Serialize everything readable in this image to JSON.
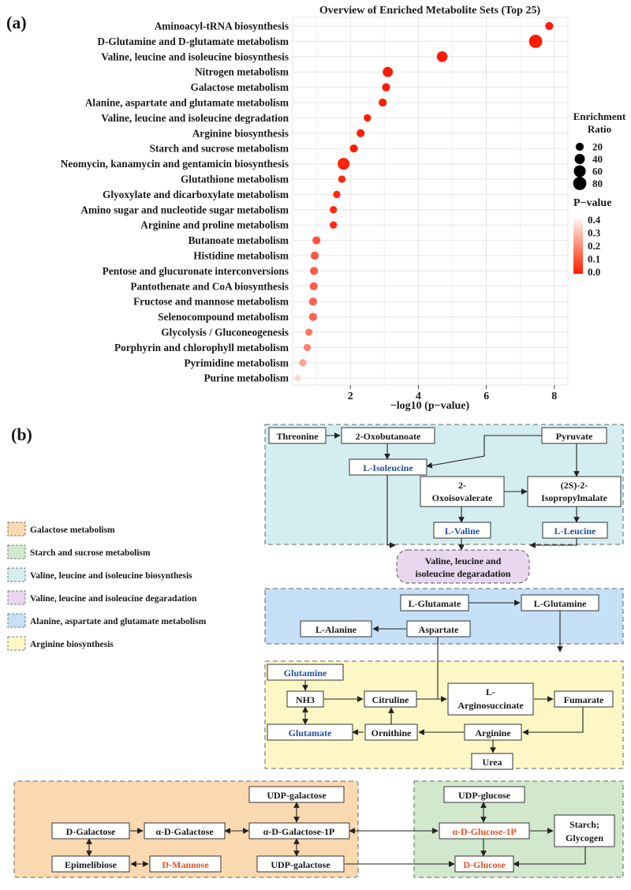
{
  "panel_a_label": "(a)",
  "panel_b_label": "(b)",
  "chart_data": {
    "type": "scatter",
    "title": "Overview of Enriched Metabolite Sets (Top 25)",
    "xlabel": "−log10 (p−value)",
    "ylabel": "",
    "xlim": [
      0.3,
      8.4
    ],
    "xticks": [
      "2",
      "4",
      "6",
      "8"
    ],
    "grid": true,
    "categories": [
      "Aminoacyl-tRNA biosynthesis",
      "D-Glutamine and D-glutamate metabolism",
      "Valine, leucine and isoleucine biosynthesis",
      "Nitrogen metabolism",
      "Galactose metabolism",
      "Alanine, aspartate and glutamate metabolism",
      "Valine, leucine and isoleucine degradation",
      "Arginine biosynthesis",
      "Starch and sucrose metabolism",
      "Neomycin, kanamycin and gentamicin biosynthesis",
      "Glutathione metabolism",
      "Glyoxylate and dicarboxylate metabolism",
      "Amino sugar and nucleotide sugar metabolism",
      "Arginine and proline metabolism",
      "Butanoate metabolism",
      "Histidine metabolism",
      "Pentose and glucuronate interconversions",
      "Pantothenate and CoA biosynthesis",
      "Fructose and mannose metabolism",
      "Selenocompound metabolism",
      "Glycolysis / Gluconeogenesis",
      "Porphyrin and chlorophyll metabolism",
      "Pyrimidine metabolism",
      "Purine metabolism"
    ],
    "neg_log10_p": [
      7.85,
      7.45,
      4.7,
      3.1,
      3.05,
      2.95,
      2.5,
      2.3,
      2.1,
      1.8,
      1.75,
      1.6,
      1.5,
      1.5,
      1.0,
      0.95,
      0.93,
      0.92,
      0.9,
      0.9,
      0.78,
      0.73,
      0.6,
      0.45
    ],
    "p_value": [
      0.0,
      0.0,
      0.0,
      0.001,
      0.001,
      0.001,
      0.003,
      0.005,
      0.008,
      0.016,
      0.018,
      0.025,
      0.03,
      0.03,
      0.1,
      0.11,
      0.12,
      0.12,
      0.13,
      0.13,
      0.17,
      0.19,
      0.25,
      0.35
    ],
    "enrichment_ratio": [
      20,
      80,
      45,
      40,
      20,
      20,
      15,
      20,
      20,
      60,
      15,
      15,
      15,
      15,
      20,
      20,
      20,
      20,
      20,
      20,
      15,
      15,
      15,
      10
    ],
    "size_legend": {
      "title_line1": "Enrichment",
      "title_line2": "Ratio",
      "values": [
        "20",
        "40",
        "60",
        "80"
      ]
    },
    "color_legend": {
      "title": "P−value",
      "ticks": [
        "0.4",
        "0.3",
        "0.2",
        "0.1",
        "0.0"
      ],
      "low_color": "#ff1a00",
      "high_color": "#fff6f2"
    }
  },
  "pathway": {
    "legend": [
      {
        "label": "Galactose metabolism",
        "color": "#fbd9b0"
      },
      {
        "label": "Starch and sucrose metabolism",
        "color": "#d2e8cc"
      },
      {
        "label": "Valine, leucine and isoleucine biosynthesis",
        "color": "#d4edf0"
      },
      {
        "label": "Valine, leucine and isoleucine degaradation",
        "color": "#e9d6ef"
      },
      {
        "label": "Alanine, aspartate and glutamate metabolism",
        "color": "#c5e0f7"
      },
      {
        "label": "Arginine biosynthesis",
        "color": "#fdf7c6"
      }
    ],
    "nodes": {
      "threonine": "Threonine",
      "oxobutanoate": "2-Oxobutanoate",
      "pyruvate": "Pyruvate",
      "l_isoleucine": "L-Isoleucine",
      "oxoisovalerate_1": "2-",
      "oxoisovalerate_2": "Oxoisovalerate",
      "isopropylmalate_1": "(2S)-2-",
      "isopropylmalate_2": "Isopropylmalate",
      "l_valine": "L-Valine",
      "l_leucine": "L-Leucine",
      "degradation_1": "Valine, leucine and",
      "degradation_2": "isoleucine degaradation",
      "l_glutamate": "L-Glutamate",
      "l_glutamine": "L-Glutamine",
      "l_alanine": "L-Alanine",
      "aspartate": "Aspartate",
      "glutamine": "Glutamine",
      "nh3": "NH3",
      "citruline": "Citruline",
      "arginosuccinate_1": "L-",
      "arginosuccinate_2": "Arginosuccinate",
      "fumarate": "Fumarate",
      "glutamate": "Glutamate",
      "ornithine": "Ornithine",
      "arginine": "Arginine",
      "urea": "Urea",
      "udp_galactose_top": "UDP-galactose",
      "d_galactose": "D-Galactose",
      "a_d_galactose": "α-D-Galactose",
      "a_d_galactose_1p": "α-D-Galactose-1P",
      "epimelibiose": "Epimelibiose",
      "d_mannose": "D-Mannose",
      "udp_galactose_bottom": "UDP-galactose",
      "udp_glucose": "UDP-glucose",
      "a_d_glucose_1p": "α-D-Glucose-1P",
      "starch_1": "Starch;",
      "starch_2": "Glycogen",
      "d_glucose": "D-Glucose"
    }
  }
}
